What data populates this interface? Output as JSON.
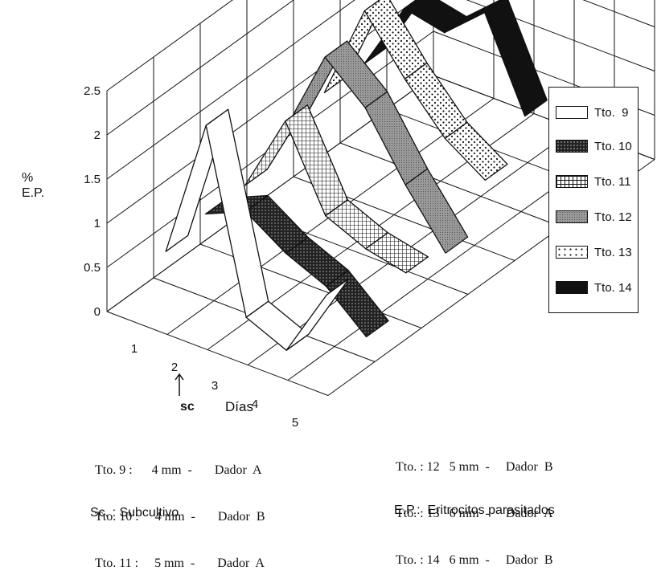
{
  "chart_data": {
    "type": "line",
    "subtype": "3d-ribbon",
    "ylabel_lines": [
      "%",
      "E.P."
    ],
    "xlabel": "Días",
    "x": [
      1,
      2,
      3,
      4,
      5
    ],
    "x_tick_labels": [
      "1",
      "2",
      "3",
      "4",
      "5"
    ],
    "y_ticks": [
      "0",
      "0.5",
      "1",
      "1.5",
      "2",
      "2.5"
    ],
    "ylim": [
      0,
      2.5
    ],
    "grid": true,
    "legend_position": "right",
    "series": [
      {
        "name": "Tto.  9",
        "values": [
          0.7,
          2.3,
          0.3,
          0.1,
          0.9
        ],
        "pattern": "white"
      },
      {
        "name": "Tto. 10",
        "values": [
          0.8,
          1.0,
          0.7,
          0.5,
          0.1
        ],
        "pattern": "dots-dark"
      },
      {
        "name": "Tto. 11",
        "values": [
          0.8,
          1.7,
          0.8,
          0.6,
          0.5
        ],
        "pattern": "grid"
      },
      {
        "name": "Tto. 12",
        "values": [
          1.1,
          2.1,
          1.7,
          1.0,
          0.4
        ],
        "pattern": "gray"
      },
      {
        "name": "Tto. 13",
        "values": [
          1.2,
          2.3,
          1.7,
          1.2,
          0.9
        ],
        "pattern": "dots-light"
      },
      {
        "name": "Tto. 14",
        "values": [
          1.2,
          2.0,
          1.9,
          2.3,
          1.3
        ],
        "pattern": "black"
      }
    ],
    "annotation_arrow_label": "sc",
    "annotation_arrow_x": 2
  },
  "legend": {
    "items": [
      "Tto.  9",
      "Tto. 10",
      "Tto. 11",
      "Tto. 12",
      "Tto. 13",
      "Tto. 14"
    ]
  },
  "notes": {
    "left": [
      "Tto. 9 :      4 mm  -       Dador  A",
      "Tto. 10 :     4 mm  -       Dador  B",
      "Tto. 11 :     5 mm  -       Dador  A"
    ],
    "right": [
      "Tto. : 12   5 mm  -     Dador  B",
      "Tto. : 13   6 mm  -     Dador  A",
      "Tto. : 14   6 mm  -     Dador  B"
    ]
  },
  "footnotes": {
    "sc": "Sc. : Subcultivo",
    "ep": "E.P.:  Eritrocitos parasitados"
  },
  "colors": {
    "ink": "#111111",
    "paper": "#ffffff",
    "gray": "#8a8a8a"
  }
}
